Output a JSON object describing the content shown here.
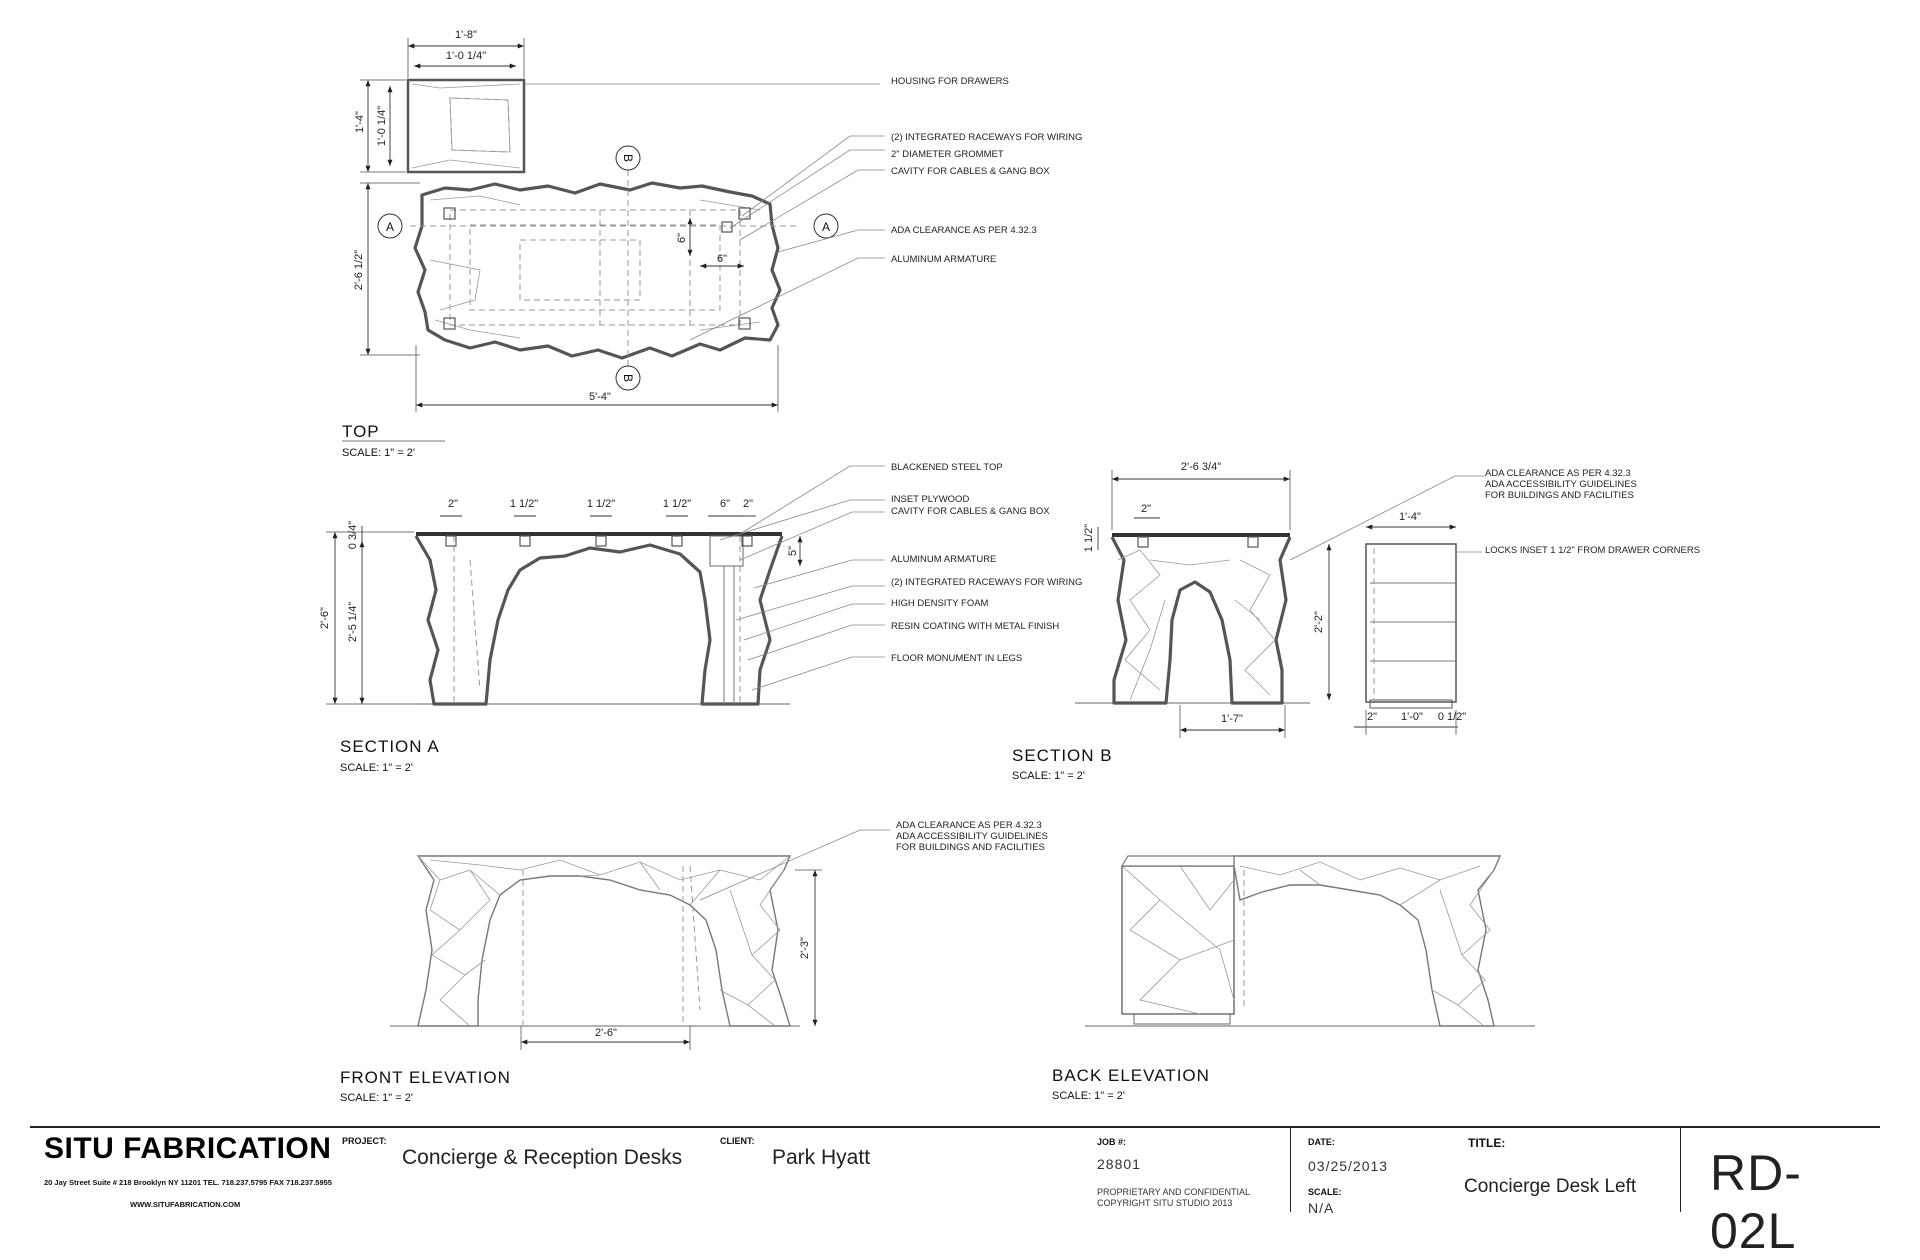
{
  "views": {
    "top": {
      "title": "TOP",
      "scale": "SCALE: 1\" = 2'"
    },
    "section_a": {
      "title": "SECTION   A",
      "scale": "SCALE: 1\" = 2'"
    },
    "section_b": {
      "title": "SECTION   B",
      "scale": "SCALE: 1\" = 2'"
    },
    "front": {
      "title": "FRONT  ELEVATION",
      "scale": "SCALE: 1\" = 2'"
    },
    "back": {
      "title": "BACK  ELEVATION",
      "scale": "SCALE: 1\" = 2'"
    }
  },
  "section_marks": {
    "a": "A",
    "b": "B"
  },
  "notes": {
    "housing": "HOUSING FOR DRAWERS",
    "raceways": "(2) INTEGRATED RACEWAYS FOR WIRING",
    "grommet": "2\" DIAMETER GROMMET",
    "cavity": "CAVITY FOR CABLES & GANG BOX",
    "ada_top": "ADA CLEARANCE AS PER   4.32.3",
    "armature": "ALUMINUM  ARMATURE",
    "steel_top": "BLACKENED STEEL TOP",
    "plywood": "INSET PLYWOOD",
    "cavity_a": "CAVITY FOR CABLES & GANG BOX",
    "armature_a": "ALUMINUM  ARMATURE",
    "raceways_a": "(2) INTEGRATED RACEWAYS FOR WIRING",
    "foam": "HIGH DENSITY FOAM",
    "resin": "RESIN COATING WITH METAL FINISH",
    "floor": "FLOOR MONUMENT IN LEGS",
    "ada_b1": "ADA CLEARANCE AS PER   4.32.3",
    "ada_b2": "ADA ACCESSIBILITY GUIDELINES",
    "ada_b3": "FOR BUILDINGS AND FACILITIES",
    "locks": "LOCKS  INSET 1 1/2\" FROM DRAWER CORNERS",
    "ada_f1": "ADA CLEARANCE AS PER   4.32.3",
    "ada_f2": "ADA ACCESSIBILITY GUIDELINES",
    "ada_f3": "FOR BUILDINGS AND FACILITIES"
  },
  "dims": {
    "housing_w": "1'-8\"",
    "housing_inner_w": "1'-0 1/4\"",
    "housing_h": "1'-4\"",
    "housing_inner_h": "1'-0 1/4\"",
    "top_depth": "2'-6 1/2\"",
    "top_width": "5'-4\"",
    "grommet_v": "6\"",
    "grommet_h": "6\"",
    "sa_2a": "2\"",
    "sa_1a": "1 1/2\"",
    "sa_1b": "1 1/2\"",
    "sa_1c": "1 1/2\"",
    "sa_6": "6\"",
    "sa_2b": "2\"",
    "sa_034": "0 3/4\"",
    "sa_26": "2'-6\"",
    "sa_2514": "2'-5 1/4\"",
    "sa_5": "5\"",
    "sb_width": "2'-6 3/4\"",
    "sb_2": "2\"",
    "sb_112": "1 1/2\"",
    "sb_22": "2'-2\"",
    "sb_17": "1'-7\"",
    "dr_14": "1'-4\"",
    "dr_2": "2\"",
    "dr_10": "1'-0\"",
    "dr_012": "0 1/2\"",
    "fe_23": "2'-3\"",
    "fe_26": "2'-6\""
  },
  "titleblock": {
    "firm": "SITU FABRICATION",
    "address": "20 Jay Street Suite # 218 Brooklyn NY 11201 TEL. 718.237.5795 FAX 718.237.5955",
    "website": "WWW.SITUFABRICATION.COM",
    "project_label": "PROJECT:",
    "project": "Concierge & Reception Desks",
    "client_label": "CLIENT:",
    "client": "Park Hyatt",
    "job_label": "JOB #:",
    "job": "28801",
    "proprietary": "PROPRIETARY AND CONFIDENTIAL",
    "copyright": "COPYRIGHT SITU STUDIO 2013",
    "date_label": "DATE:",
    "date": "03/25/2013",
    "scale_label": "SCALE:",
    "scale": "N/A",
    "title_label": "TITLE:",
    "title": "Concierge Desk Left",
    "sheet": "RD-02L"
  }
}
